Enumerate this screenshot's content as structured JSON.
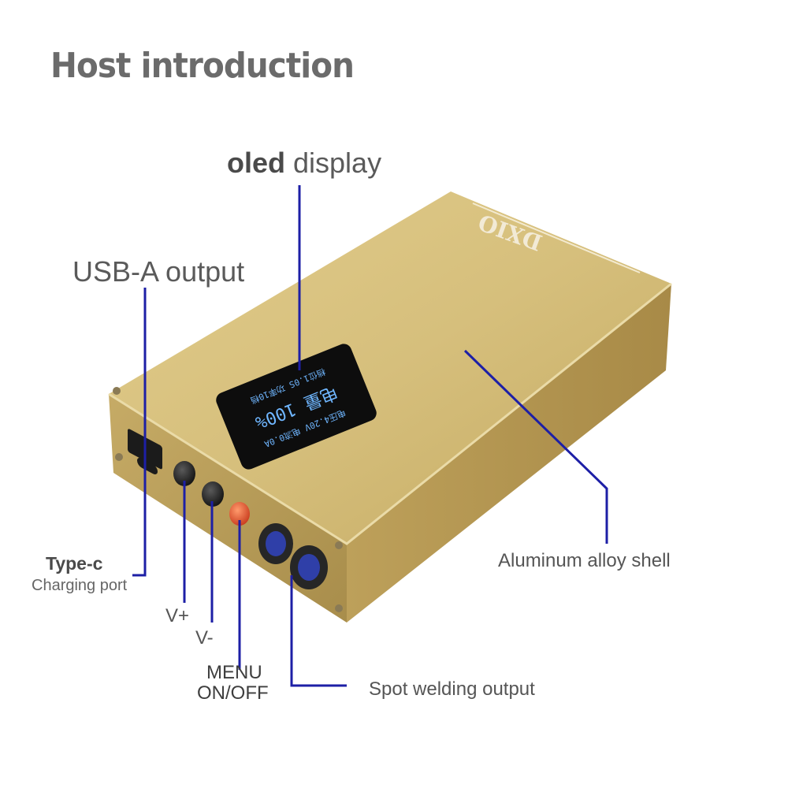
{
  "title": "Host introduction",
  "brand": "DXIO",
  "labels": {
    "oled_bold": "oled",
    "oled_rest": " display",
    "usb_a_bold": "USB-A",
    "usb_a_rest": " output",
    "typec_line1": "Type-c",
    "typec_line2": "Charging port",
    "vplus": "V+",
    "vminus": "V-",
    "menu_line1": "MENU",
    "menu_line2": "ON/OFF",
    "spot": "Spot welding output",
    "shell": "Aluminum alloy shell"
  },
  "screen": {
    "line1": "档位1.0S  功率10档",
    "line2": "电量 100%",
    "line3": "电压4.20V  电流0.0A"
  },
  "colors": {
    "shell": "#c9b26d",
    "leader": "#1d1fa6",
    "text": "#555555"
  }
}
